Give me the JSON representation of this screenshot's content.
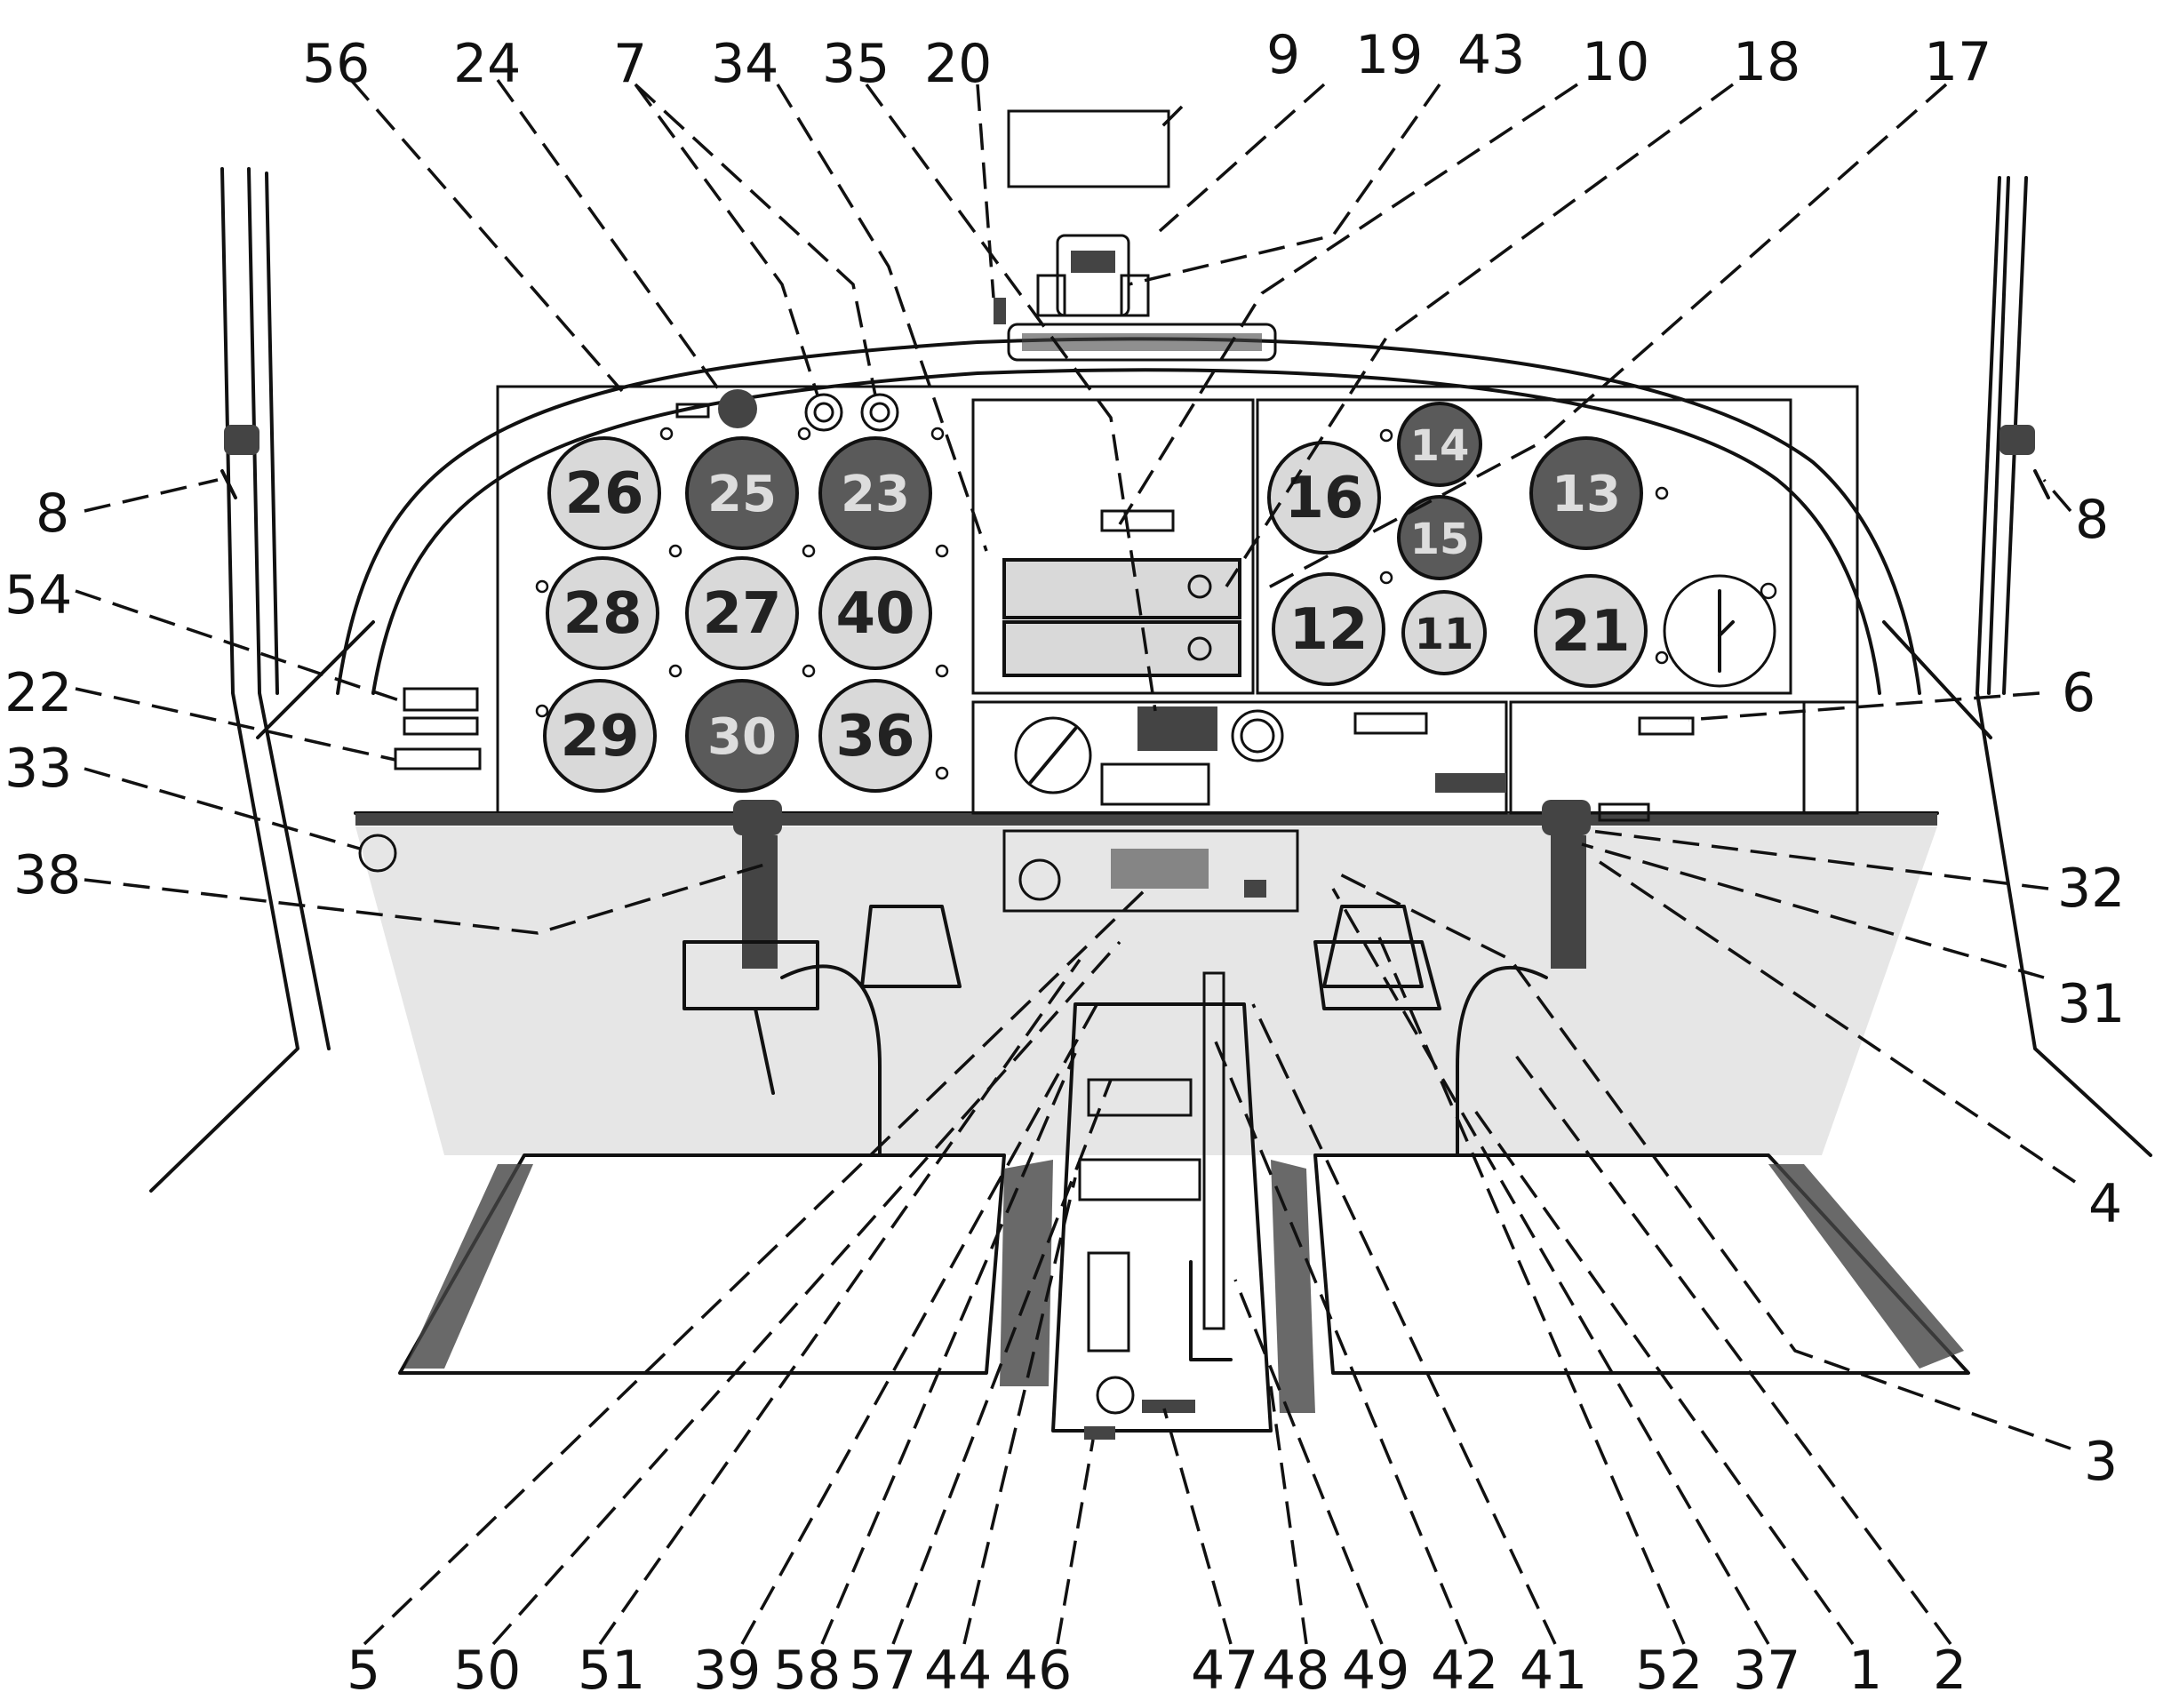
{
  "callouts": [
    {
      "id": "c56",
      "text": "56"
    },
    {
      "id": "c24",
      "text": "24"
    },
    {
      "id": "c7",
      "text": "7"
    },
    {
      "id": "c34",
      "text": "34"
    },
    {
      "id": "c35",
      "text": "35"
    },
    {
      "id": "c20",
      "text": "20"
    },
    {
      "id": "c9",
      "text": "9"
    },
    {
      "id": "c19",
      "text": "19"
    },
    {
      "id": "c43",
      "text": "43"
    },
    {
      "id": "c10",
      "text": "10"
    },
    {
      "id": "c18",
      "text": "18"
    },
    {
      "id": "c17",
      "text": "17"
    },
    {
      "id": "c8l",
      "text": "8"
    },
    {
      "id": "c8r",
      "text": "8"
    },
    {
      "id": "c54",
      "text": "54"
    },
    {
      "id": "c22",
      "text": "22"
    },
    {
      "id": "c33",
      "text": "33"
    },
    {
      "id": "c38",
      "text": "38"
    },
    {
      "id": "c6",
      "text": "6"
    },
    {
      "id": "c32",
      "text": "32"
    },
    {
      "id": "c31",
      "text": "31"
    },
    {
      "id": "c4",
      "text": "4"
    },
    {
      "id": "c3",
      "text": "3"
    },
    {
      "id": "c5",
      "text": "5"
    },
    {
      "id": "c50",
      "text": "50"
    },
    {
      "id": "c51",
      "text": "51"
    },
    {
      "id": "c39",
      "text": "39"
    },
    {
      "id": "c58",
      "text": "58"
    },
    {
      "id": "c57",
      "text": "57"
    },
    {
      "id": "c44",
      "text": "44"
    },
    {
      "id": "c46",
      "text": "46"
    },
    {
      "id": "c47",
      "text": "47"
    },
    {
      "id": "c48",
      "text": "48"
    },
    {
      "id": "c49",
      "text": "49"
    },
    {
      "id": "c42",
      "text": "42"
    },
    {
      "id": "c41",
      "text": "41"
    },
    {
      "id": "c52",
      "text": "52"
    },
    {
      "id": "c37",
      "text": "37"
    },
    {
      "id": "c1",
      "text": "1"
    },
    {
      "id": "c2",
      "text": "2"
    }
  ],
  "gauges": [
    {
      "id": "g26",
      "text": "26"
    },
    {
      "id": "g25",
      "text": "25"
    },
    {
      "id": "g23",
      "text": "23"
    },
    {
      "id": "g28",
      "text": "28"
    },
    {
      "id": "g27",
      "text": "27"
    },
    {
      "id": "g40",
      "text": "40"
    },
    {
      "id": "g29",
      "text": "29"
    },
    {
      "id": "g30",
      "text": "30"
    },
    {
      "id": "g36",
      "text": "36"
    },
    {
      "id": "g16",
      "text": "16"
    },
    {
      "id": "g14",
      "text": "14"
    },
    {
      "id": "g15",
      "text": "15"
    },
    {
      "id": "g13",
      "text": "13"
    },
    {
      "id": "g12",
      "text": "12"
    },
    {
      "id": "g11",
      "text": "11"
    },
    {
      "id": "g21",
      "text": "21"
    }
  ]
}
